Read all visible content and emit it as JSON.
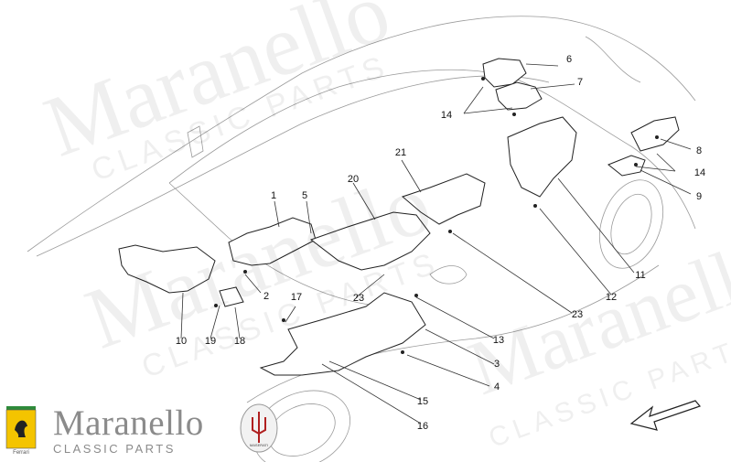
{
  "watermark": {
    "brand": "Maranello",
    "sub": "CLASSIC PARTS"
  },
  "brand": {
    "name": "Maranello",
    "sub": "CLASSIC PARTS",
    "shield_label": "Ferrari",
    "trident_label": "MASERATI"
  },
  "callouts": [
    "1",
    "2",
    "3",
    "4",
    "5",
    "6",
    "7",
    "8",
    "9",
    "10",
    "11",
    "12",
    "13",
    "14",
    "14",
    "14",
    "15",
    "16",
    "17",
    "18",
    "19",
    "20",
    "21",
    "23",
    "23",
    "23"
  ],
  "colors": {
    "line": "#222222",
    "watermark": "#000000",
    "brand": "#8b8b8b",
    "shield": "#f4c400"
  }
}
